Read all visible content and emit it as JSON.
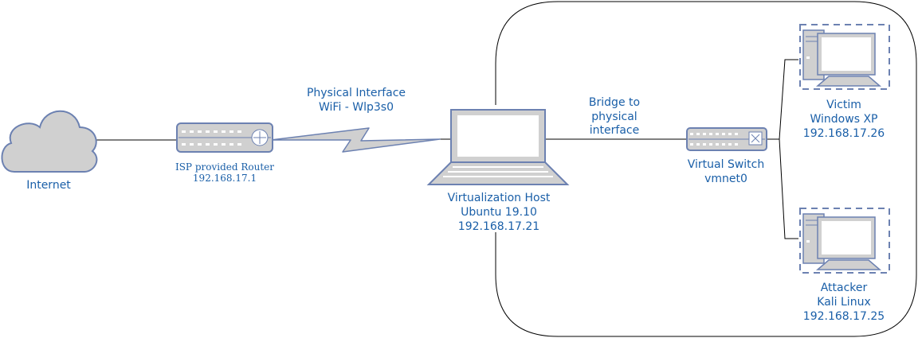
{
  "colors": {
    "label": "#1a5fa8",
    "device_fill": "#d0d0d0",
    "device_stroke": "#6c81b1",
    "line": "#000000",
    "screen": "#ffffff"
  },
  "internet": {
    "label": "Internet",
    "icon": "cloud-icon"
  },
  "router": {
    "line1": "ISP provided Router",
    "line2": "192.168.17.1",
    "icon": "router-icon"
  },
  "wifi": {
    "line1": "Physical Interface",
    "line2": "WiFi - Wlp3s0",
    "icon": "wireless-link-icon"
  },
  "host": {
    "line1": "Virtualization Host",
    "line2": "Ubuntu 19.10",
    "line3": "192.168.17.21",
    "icon": "laptop-icon"
  },
  "bridge": {
    "line1": "Bridge to",
    "line2": "physical",
    "line3": "interface"
  },
  "switch": {
    "line1": "Virtual Switch",
    "line2": "vmnet0",
    "icon": "switch-icon"
  },
  "victim": {
    "line1": "Victim",
    "line2": "Windows XP",
    "line3": "192.168.17.26",
    "icon": "pc-icon"
  },
  "attacker": {
    "line1": "Attacker",
    "line2": "Kali Linux",
    "line3": "192.168.17.25",
    "icon": "pc-icon"
  }
}
